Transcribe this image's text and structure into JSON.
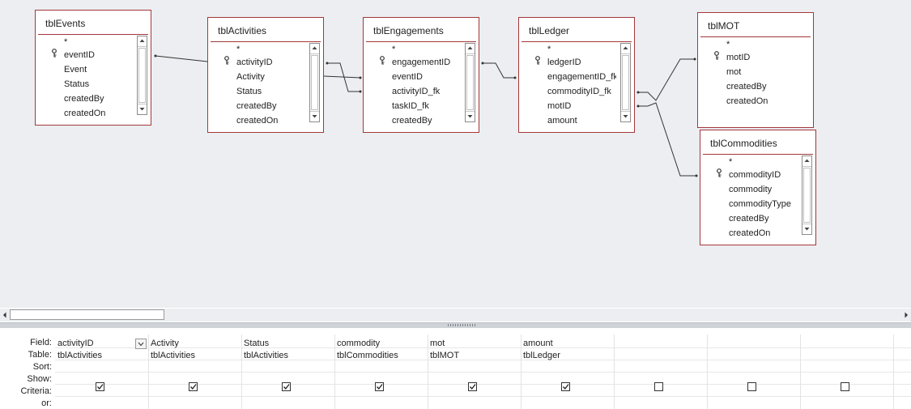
{
  "tables": [
    {
      "id": "events",
      "title": "tblEvents",
      "fields": [
        "*",
        "eventID",
        "Event",
        "Status",
        "createdBy",
        "createdOn"
      ],
      "key_field": "eventID"
    },
    {
      "id": "activities",
      "title": "tblActivities",
      "fields": [
        "*",
        "activityID",
        "Activity",
        "Status",
        "createdBy",
        "createdOn"
      ],
      "key_field": "activityID"
    },
    {
      "id": "engagements",
      "title": "tblEngagements",
      "fields": [
        "*",
        "engagementID",
        "eventID",
        "activityID_fk",
        "taskID_fk",
        "createdBy"
      ],
      "key_field": "engagementID"
    },
    {
      "id": "ledger",
      "title": "tblLedger",
      "fields": [
        "*",
        "ledgerID",
        "engagementID_fk",
        "commodityID_fk",
        "motID",
        "amount"
      ],
      "key_field": "ledgerID"
    },
    {
      "id": "imot",
      "title": "tblMOT",
      "fields": [
        "*",
        "motID",
        "mot",
        "createdBy",
        "createdOn"
      ],
      "key_field": "motID"
    },
    {
      "id": "commodities",
      "title": "tblCommodities",
      "fields": [
        "*",
        "commodityID",
        "commodity",
        "commodityType",
        "createdBy",
        "createdOn"
      ],
      "key_field": "commodityID"
    }
  ],
  "grid": {
    "row_labels": [
      "Field:",
      "Table:",
      "Sort:",
      "Show:",
      "Criteria:",
      "or:"
    ],
    "columns": [
      {
        "field": "activityID",
        "table": "tblActivities",
        "show": true
      },
      {
        "field": "Activity",
        "table": "tblActivities",
        "show": true
      },
      {
        "field": "Status",
        "table": "tblActivities",
        "show": true
      },
      {
        "field": "commodity",
        "table": "tblCommodities",
        "show": true
      },
      {
        "field": "mot",
        "table": "tblMOT",
        "show": true
      },
      {
        "field": "amount",
        "table": "tblLedger",
        "show": true
      },
      {
        "field": "",
        "table": "",
        "show": false
      },
      {
        "field": "",
        "table": "",
        "show": false
      },
      {
        "field": "",
        "table": "",
        "show": false
      }
    ]
  },
  "icons": {
    "key": "primary-key-icon",
    "scroll_left": "scroll-left-arrow-icon",
    "scroll_right": "scroll-right-arrow-icon"
  },
  "colors": {
    "table_border": "#a4373a",
    "design_bg": "#eceef1"
  }
}
